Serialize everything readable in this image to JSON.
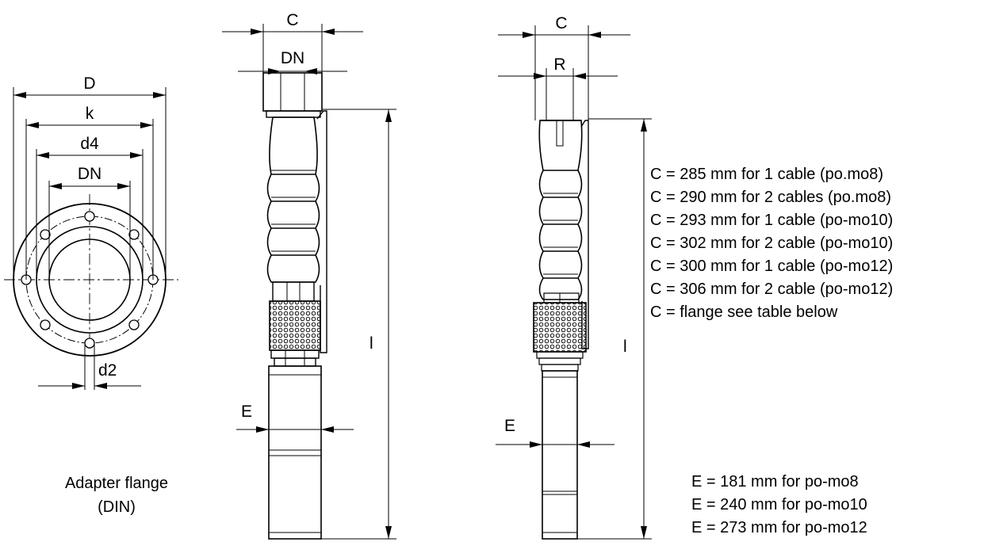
{
  "flange": {
    "dim_D": "D",
    "dim_k": "k",
    "dim_d4": "d4",
    "dim_DN": "DN",
    "dim_d2": "d2",
    "caption_line1": "Adapter flange",
    "caption_line2": "(DIN)"
  },
  "pump_flanged": {
    "dim_C": "C",
    "dim_DN": "DN",
    "dim_l": "l",
    "dim_E": "E"
  },
  "pump_threaded": {
    "dim_C": "C",
    "dim_R": "R",
    "dim_l": "l",
    "dim_E": "E"
  },
  "c_notes": [
    "C = 285 mm for 1 cable (po.mo8)",
    "C = 290 mm for 2 cables (po.mo8)",
    "C = 293 mm for 1 cable (po-mo10)",
    "C = 302 mm for 2 cable (po-mo10)",
    "C = 300 mm for 1 cable (po-mo12)",
    "C = 306 mm for 2 cable (po-mo12)",
    "C = flange see table below"
  ],
  "e_notes": [
    "E = 181 mm for po-mo8",
    "E = 240 mm for po-mo10",
    "E = 273 mm for po-mo12"
  ]
}
